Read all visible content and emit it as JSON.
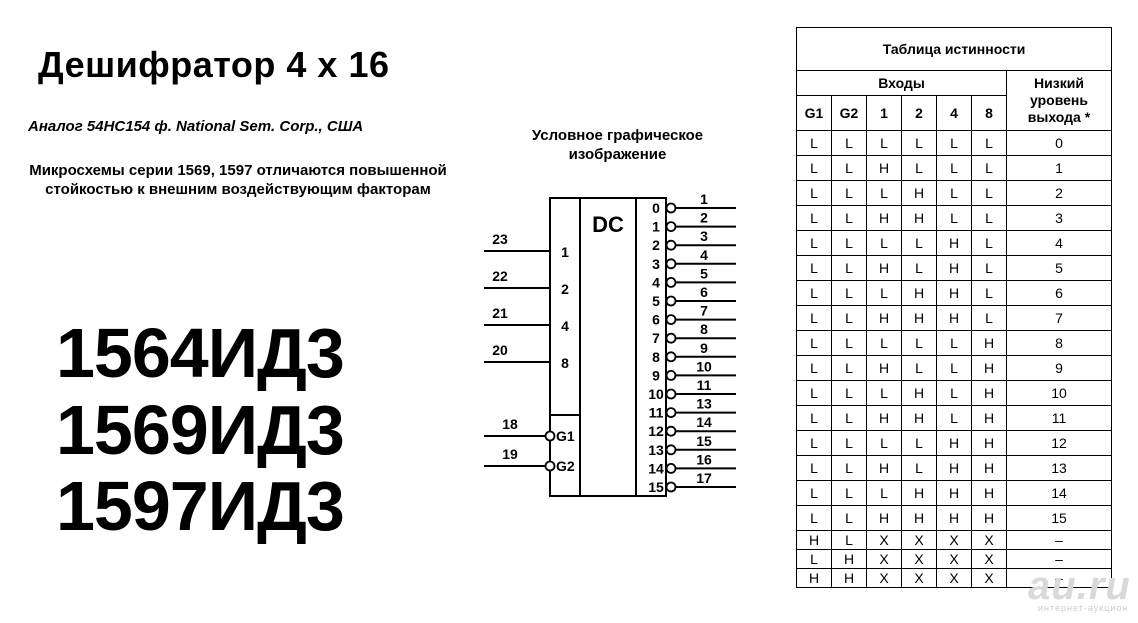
{
  "title": "Дешифратор 4 х 16",
  "analog": "Аналог 54HC154  ф. National Sem. Corp., США",
  "note": "Микросхемы серии 1569, 1597 отличаются повышенной стойкостью к внешним воздействующим факторам",
  "parts": [
    "1564ИД3",
    "1569ИД3",
    "1597ИД3"
  ],
  "symbol": {
    "caption": "Условное графическое изображение",
    "label": "DC",
    "inputs": [
      {
        "pin": "23",
        "name": "1"
      },
      {
        "pin": "22",
        "name": "2"
      },
      {
        "pin": "21",
        "name": "4"
      },
      {
        "pin": "20",
        "name": "8"
      }
    ],
    "enables": [
      {
        "pin": "18",
        "name": "G1"
      },
      {
        "pin": "19",
        "name": "G2"
      }
    ],
    "outputs": [
      {
        "name": "0",
        "pin": "1"
      },
      {
        "name": "1",
        "pin": "2"
      },
      {
        "name": "2",
        "pin": "3"
      },
      {
        "name": "3",
        "pin": "4"
      },
      {
        "name": "4",
        "pin": "5"
      },
      {
        "name": "5",
        "pin": "6"
      },
      {
        "name": "6",
        "pin": "7"
      },
      {
        "name": "7",
        "pin": "8"
      },
      {
        "name": "8",
        "pin": "9"
      },
      {
        "name": "9",
        "pin": "10"
      },
      {
        "name": "10",
        "pin": "11"
      },
      {
        "name": "11",
        "pin": "13"
      },
      {
        "name": "12",
        "pin": "14"
      },
      {
        "name": "13",
        "pin": "15"
      },
      {
        "name": "14",
        "pin": "16"
      },
      {
        "name": "15",
        "pin": "17"
      }
    ]
  },
  "truth_table": {
    "caption": "Таблица истинности",
    "inputs_header": "Входы",
    "output_header": "Низкий уровень выхода *",
    "columns": [
      "G1",
      "G2",
      "1",
      "2",
      "4",
      "8"
    ],
    "rows": [
      [
        "L",
        "L",
        "L",
        "L",
        "L",
        "L",
        "0"
      ],
      [
        "L",
        "L",
        "H",
        "L",
        "L",
        "L",
        "1"
      ],
      [
        "L",
        "L",
        "L",
        "H",
        "L",
        "L",
        "2"
      ],
      [
        "L",
        "L",
        "H",
        "H",
        "L",
        "L",
        "3"
      ],
      [
        "L",
        "L",
        "L",
        "L",
        "H",
        "L",
        "4"
      ],
      [
        "L",
        "L",
        "H",
        "L",
        "H",
        "L",
        "5"
      ],
      [
        "L",
        "L",
        "L",
        "H",
        "H",
        "L",
        "6"
      ],
      [
        "L",
        "L",
        "H",
        "H",
        "H",
        "L",
        "7"
      ],
      [
        "L",
        "L",
        "L",
        "L",
        "L",
        "H",
        "8"
      ],
      [
        "L",
        "L",
        "H",
        "L",
        "L",
        "H",
        "9"
      ],
      [
        "L",
        "L",
        "L",
        "H",
        "L",
        "H",
        "10"
      ],
      [
        "L",
        "L",
        "H",
        "H",
        "L",
        "H",
        "11"
      ],
      [
        "L",
        "L",
        "L",
        "L",
        "H",
        "H",
        "12"
      ],
      [
        "L",
        "L",
        "H",
        "L",
        "H",
        "H",
        "13"
      ],
      [
        "L",
        "L",
        "L",
        "H",
        "H",
        "H",
        "14"
      ],
      [
        "L",
        "L",
        "H",
        "H",
        "H",
        "H",
        "15"
      ],
      [
        "H",
        "L",
        "X",
        "X",
        "X",
        "X",
        "–"
      ],
      [
        "L",
        "H",
        "X",
        "X",
        "X",
        "X",
        "–"
      ],
      [
        "H",
        "H",
        "X",
        "X",
        "X",
        "X",
        "–"
      ]
    ]
  },
  "watermark": {
    "text": "au.ru",
    "sub": "интернет-аукцион"
  }
}
